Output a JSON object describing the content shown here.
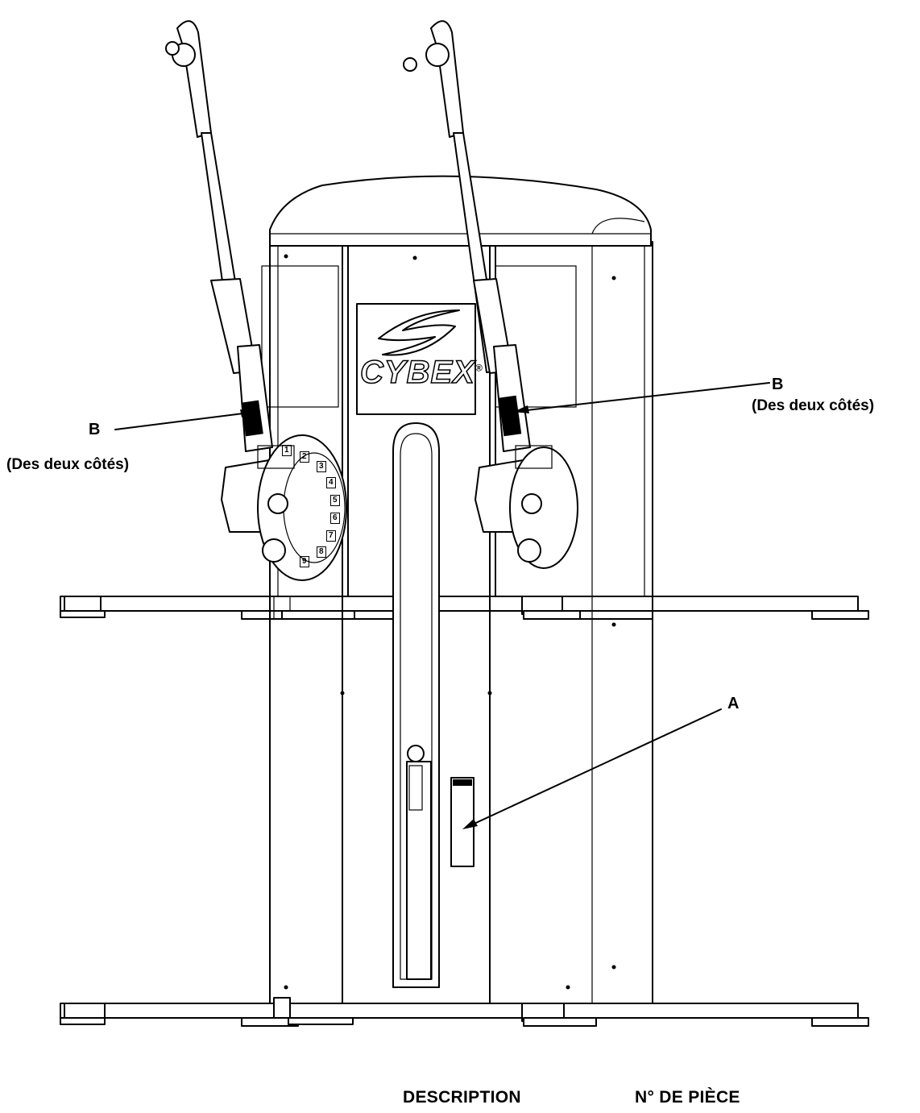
{
  "logo": {
    "brand": "CYBEX",
    "mark": "®"
  },
  "callouts": [
    {
      "id": "A",
      "label": "A",
      "note": ""
    },
    {
      "id": "B-left",
      "label": "B",
      "note": "(Des deux côtés)"
    },
    {
      "id": "B-right",
      "label": "B",
      "note": "(Des deux côtés)"
    }
  ],
  "dial_numbers": [
    "1",
    "2",
    "3",
    "4",
    "5",
    "6",
    "7",
    "8",
    "9"
  ],
  "table_header": {
    "description": "DESCRIPTION",
    "part_number": "N° DE PIÈCE"
  }
}
